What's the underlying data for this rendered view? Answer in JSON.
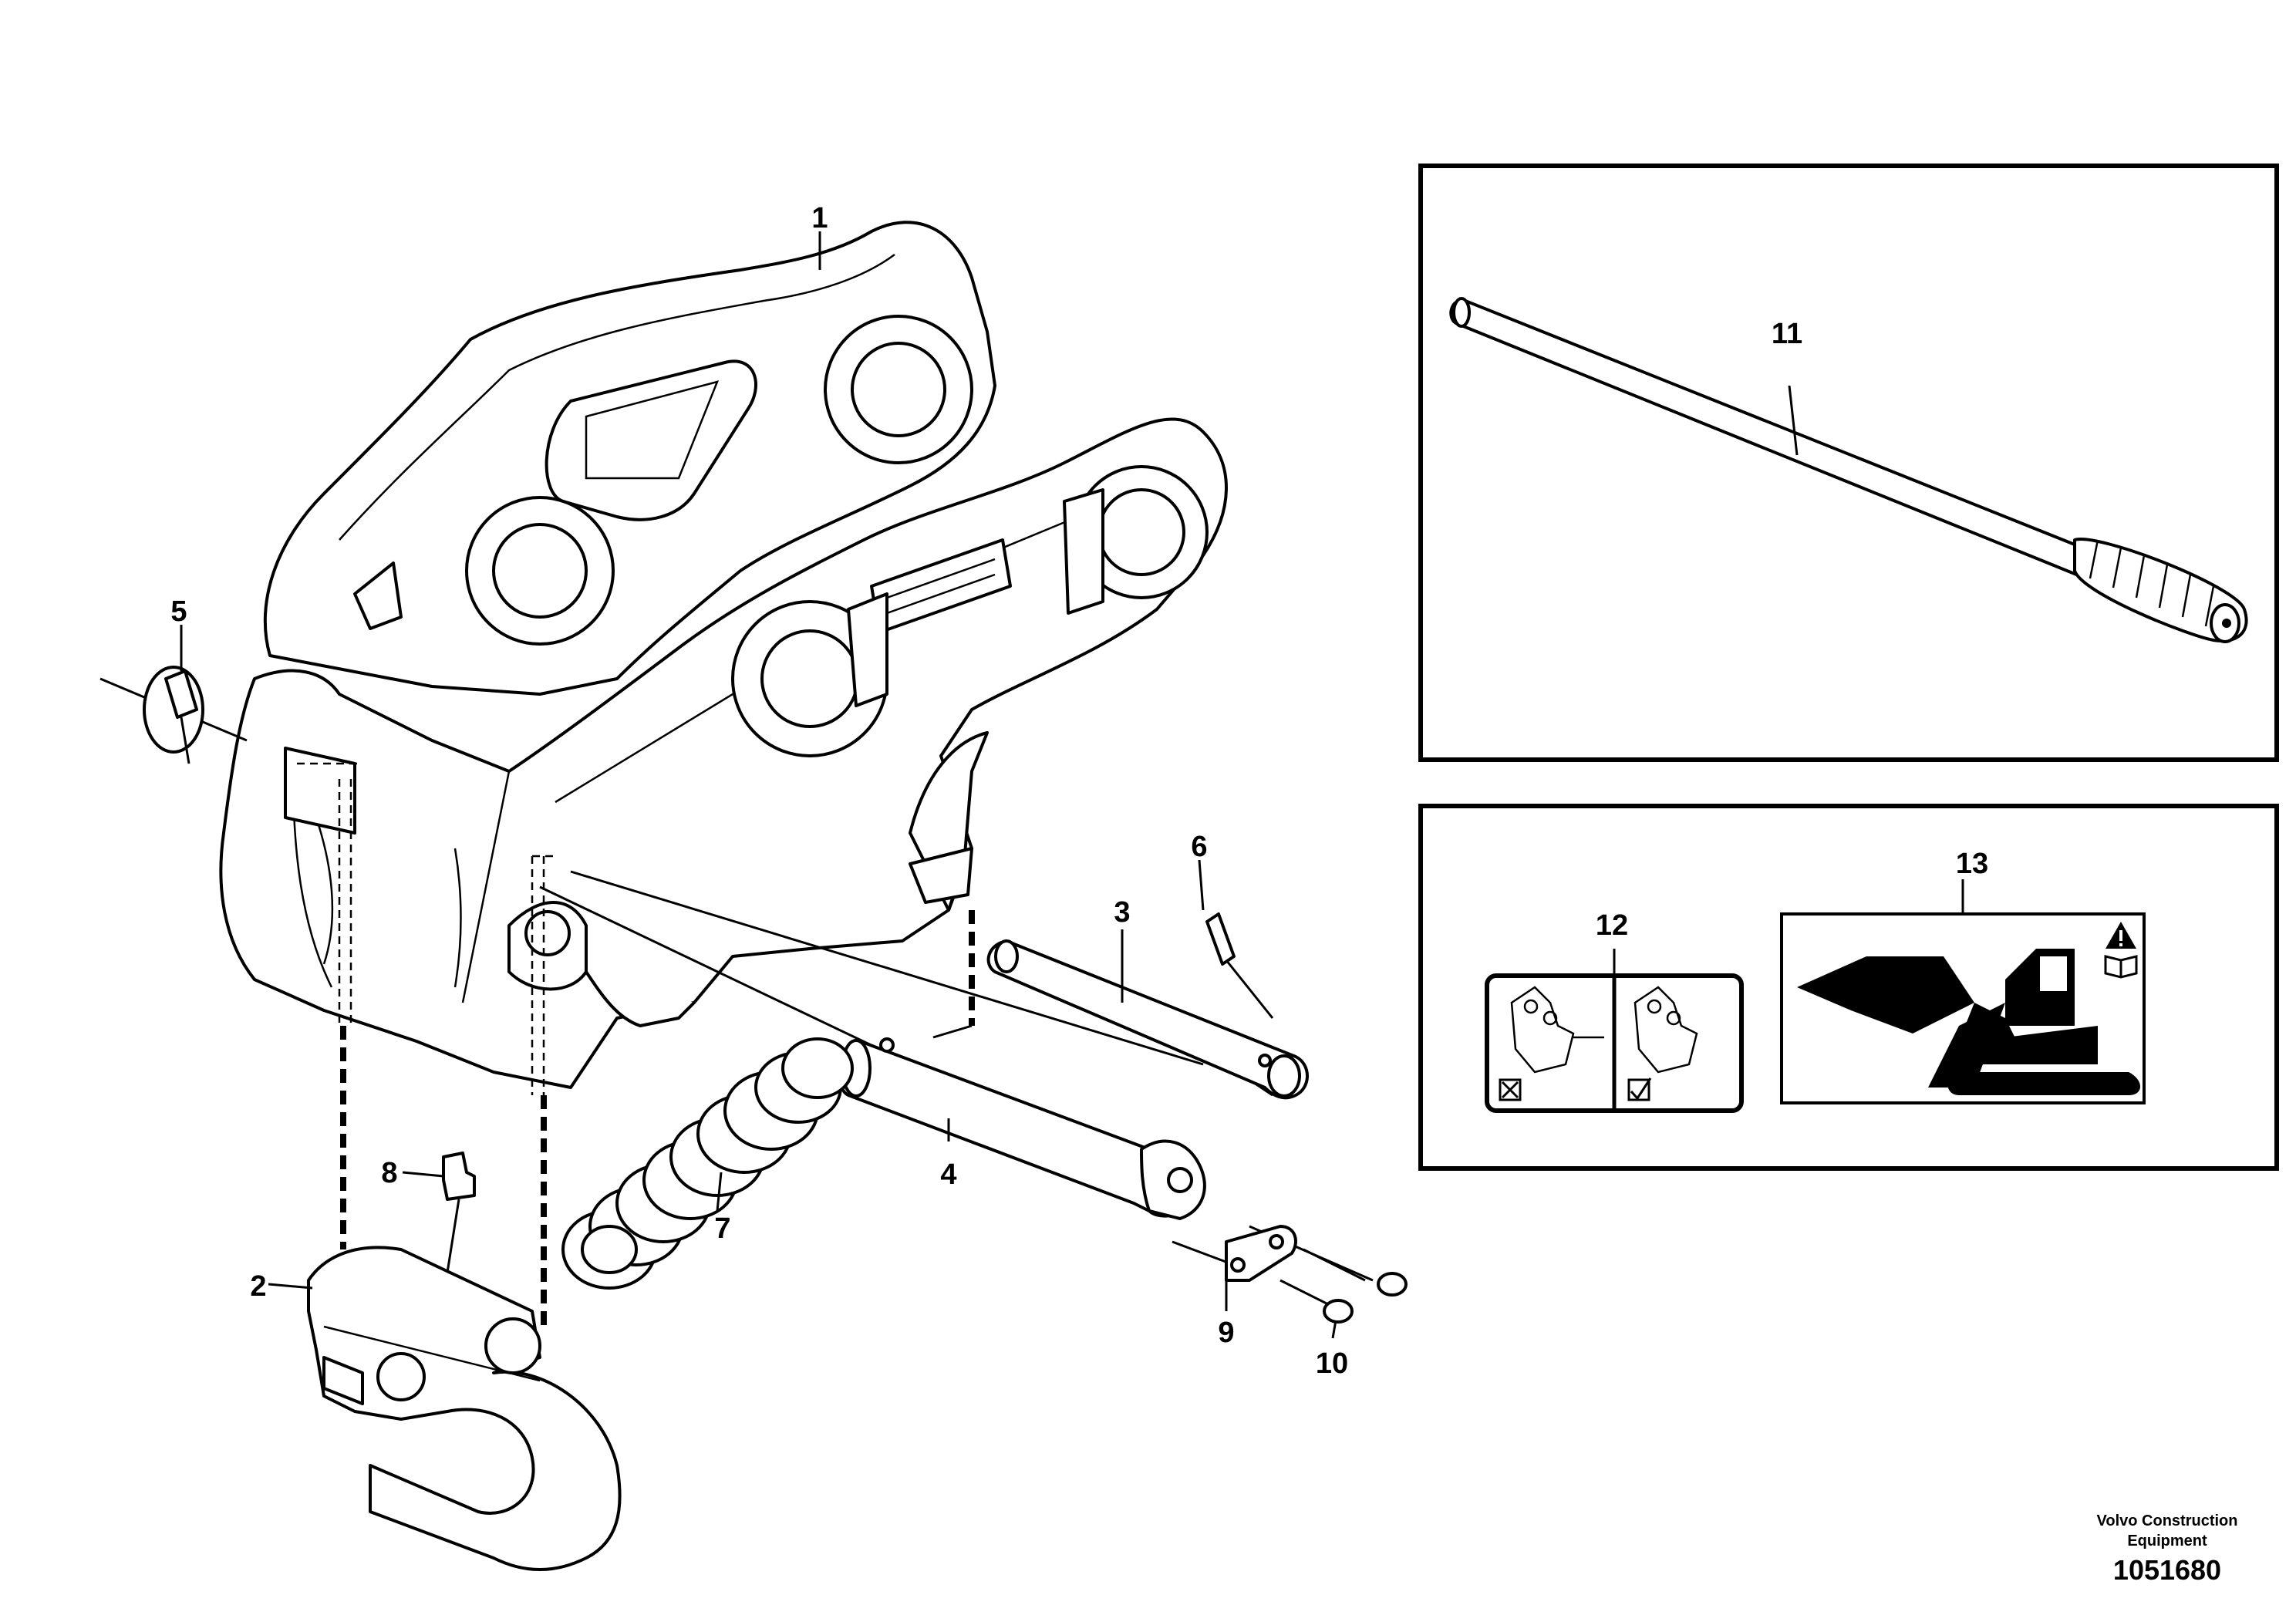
{
  "callouts": [
    "1",
    "2",
    "3",
    "4",
    "5",
    "6",
    "7",
    "8",
    "9",
    "10",
    "11",
    "12",
    "13"
  ],
  "footer": {
    "company_line1": "Volvo Construction",
    "company_line2": "Equipment",
    "drawing_number": "1051680"
  },
  "icons": [
    "warning-triangle-icon",
    "manual-book-icon",
    "checkbox-cross-icon",
    "checkbox-check-icon"
  ]
}
